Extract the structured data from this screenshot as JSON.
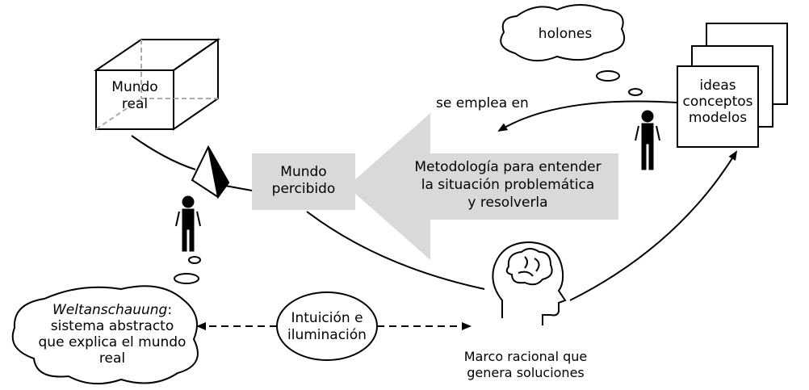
{
  "diagram": {
    "cube": {
      "line1": "Mundo",
      "line2": "real"
    },
    "perceived_world": {
      "line1": "Mundo",
      "line2": "percibido"
    },
    "methodology": {
      "line1": "Metodología para entender",
      "line2": "la situación problemática",
      "line3": "y resolverla"
    },
    "uses_in": "se emplea en",
    "holons": "holones",
    "models": {
      "line1": "ideas",
      "line2": "conceptos",
      "line3": "modelos"
    },
    "weltanschauung": {
      "term": "Weltanschauung",
      "colon": ":",
      "line2": "sistema abstracto",
      "line3": "que explica el mundo",
      "line4": "real"
    },
    "intuition": {
      "line1": "Intuición e",
      "line2": "iluminación"
    },
    "rational_frame": {
      "line1": "Marco racional que",
      "line2": "genera soluciones"
    }
  },
  "colors": {
    "arrow_fill": "#d9d9d9",
    "stroke": "#000000",
    "hidden_edge": "#aaaaaa"
  },
  "icons": [
    "cube-icon",
    "prism-icon",
    "person-icon",
    "brain-head-icon",
    "cloud-shape",
    "stacked-pages-icon"
  ]
}
